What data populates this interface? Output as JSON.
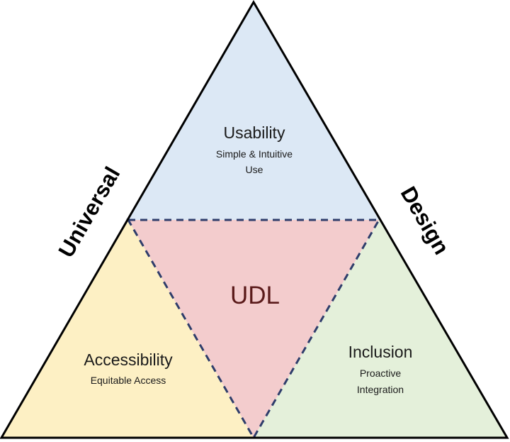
{
  "diagram": {
    "side_left": "Universal",
    "side_right": "Design",
    "center": "UDL",
    "usability": {
      "title": "Usability",
      "sub_line1": "Simple & Intuitive",
      "sub_line2": "Use"
    },
    "accessibility": {
      "title": "Accessibility",
      "sub_line1": "Equitable Access"
    },
    "inclusion": {
      "title": "Inclusion",
      "sub_line1": "Proactive",
      "sub_line2": "Integration"
    }
  },
  "colors": {
    "usability_fill": "#dce8f5",
    "accessibility_fill": "#fdf0c4",
    "inclusion_fill": "#e4f0da",
    "udl_fill": "#f3cccd",
    "dashed_line": "#2e3d6b",
    "outline": "#000000"
  }
}
